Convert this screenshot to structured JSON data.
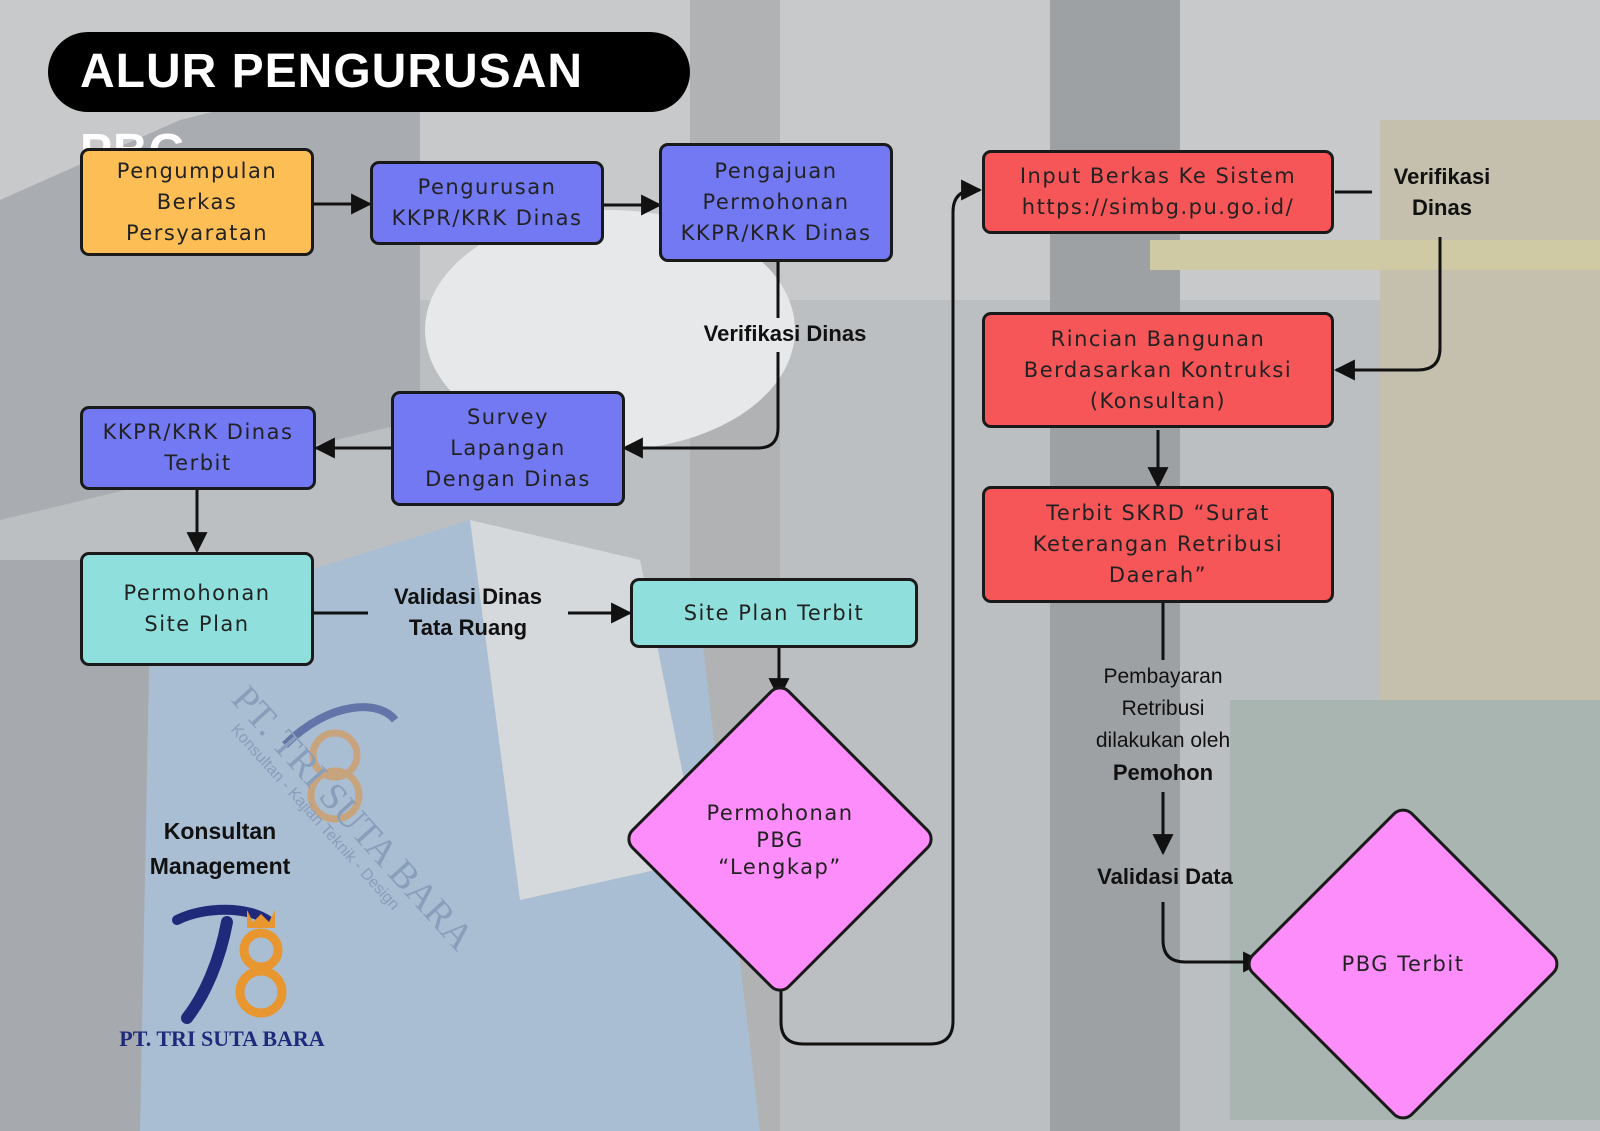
{
  "title": "ALUR PENGURUSAN PBG",
  "colors": {
    "orange": "#fdbf55",
    "blue": "#7279f3",
    "cyan": "#8fe0dc",
    "red": "#f75658",
    "magenta": "#fd8dfb"
  },
  "nodes": {
    "pengumpulan": "Pengumpulan\nBerkas\nPersyaratan",
    "pengurusan_kkpr": "Pengurusan\nKKPR/KRK Dinas",
    "pengajuan_kkpr": "Pengajuan\nPermohonan\nKKPR/KRK Dinas",
    "survey": "Survey\nLapangan\nDengan Dinas",
    "kkpr_terbit": "KKPR/KRK Dinas\nTerbit",
    "permohonan_site_plan": "Permohonan\nSite Plan",
    "site_plan_terbit": "Site Plan Terbit",
    "permohonan_pbg": "Permohonan\nPBG\n“Lengkap”",
    "input_berkas": "Input Berkas Ke Sistem\nhttps://simbg.pu.go.id/",
    "rincian_bangunan": "Rincian Bangunan\nBerdasarkan Kontruksi\n(Konsultan)",
    "terbit_skrd": "Terbit SKRD “Surat\nKeterangan Retribusi\nDaerah”",
    "pbg_terbit": "PBG Terbit"
  },
  "labels": {
    "verifikasi_dinas_1": "Verifikasi Dinas",
    "verifikasi_dinas_2": "Verifikasi\nDinas",
    "validasi_tata_ruang": "Validasi Dinas\nTata Ruang",
    "pembayaran_1": "Pembayaran",
    "pembayaran_2": "Retribusi",
    "pembayaran_3": "dilakukan oleh",
    "pembayaran_4": "Pemohon",
    "validasi_data": "Validasi Data"
  },
  "branding": {
    "tagline": "Konsultan\nManagement",
    "company": "PT. TRI SUTA BARA",
    "watermark_name": "PT. TRI SUTA BARA",
    "watermark_sub": "Konsultan - Kajian Teknik - Design"
  }
}
